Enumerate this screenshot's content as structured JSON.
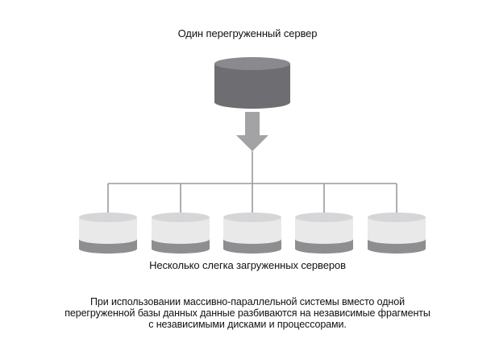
{
  "diagram": {
    "top_label": "Один перегруженный сервер",
    "bottom_label": "Несколько слегка загруженных серверов",
    "caption_lines": [
      "При использовании массивно-параллельной системы вместо одной",
      "перегруженной базы данных данные разбиваются на независимые фрагменты",
      "с независимыми дисками и процессорами."
    ],
    "colors": {
      "big_server": "#6e6e72",
      "big_server_top": "#8a8a8e",
      "small_top": "#d6d6d8",
      "small_body": "#e9e9ea",
      "small_band": "#8e8e91",
      "arrow": "#a3a3a6",
      "connector": "#9a9a9c"
    },
    "small_server_count": 5
  }
}
